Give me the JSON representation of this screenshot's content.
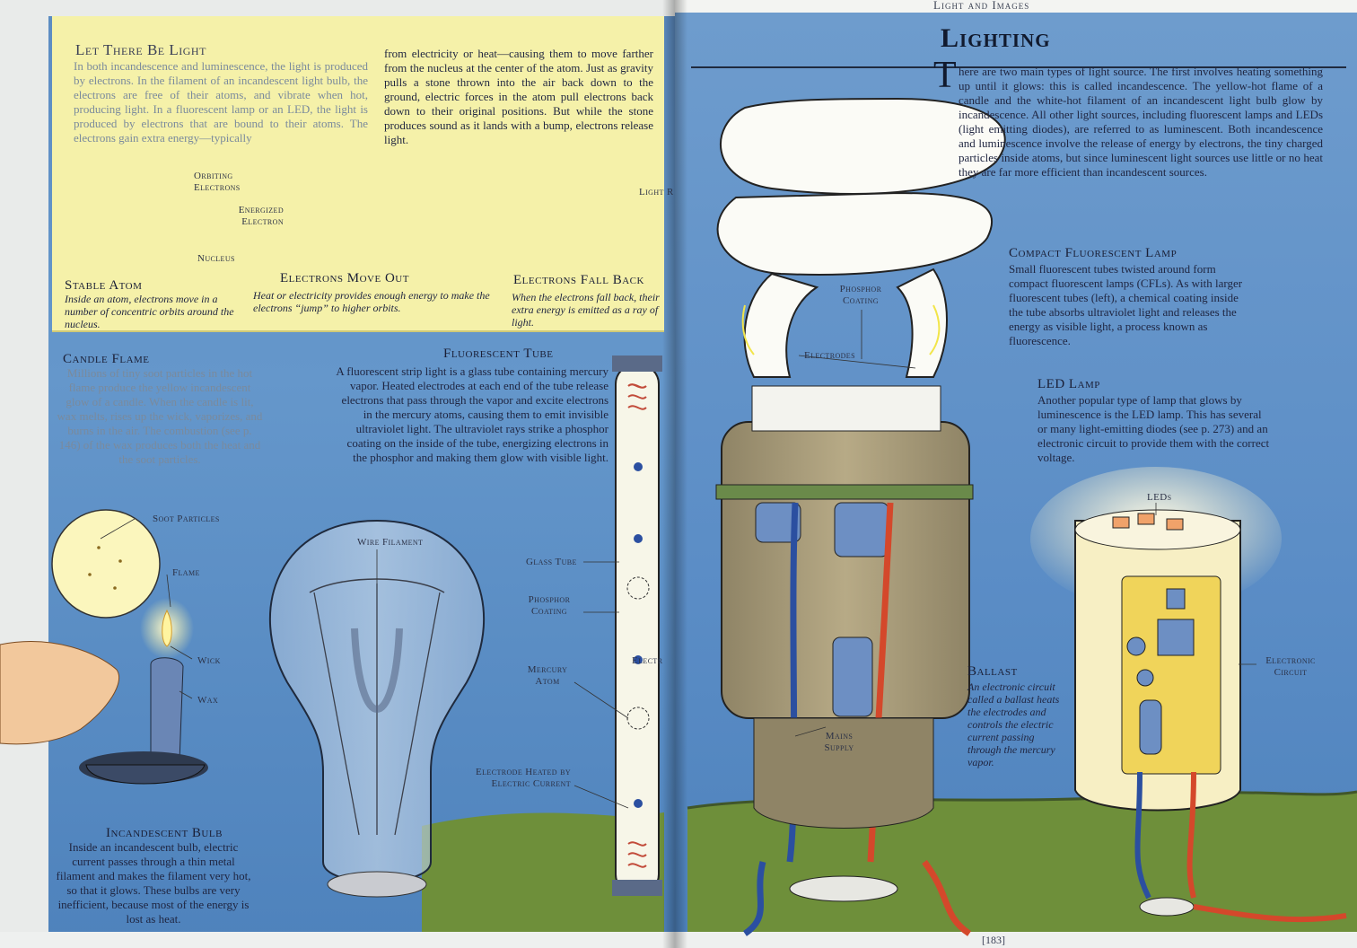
{
  "running_head": "Light and Images",
  "page_title": "Lighting",
  "page_number": "[183]",
  "atom_panel": {
    "title": "Let There Be Light",
    "col1": "In both incandescence and luminescence, the light is produced by electrons. In the filament of an incandescent light bulb, the electrons are free of their atoms, and vibrate when hot, producing light. In a fluorescent lamp or an LED, the light is produced by electrons that are bound to their atoms. The electrons gain extra energy—typically",
    "col2": "from electricity or heat—causing them to move farther from the nucleus at the center of the atom. Just as gravity pulls a stone thrown into the air back down to the ground, electric forces in the atom pull electrons back down to their original positions. But while the stone produces sound as it lands with a bump, electrons release light.",
    "labels": {
      "orbiting_electrons": "Orbiting Electrons",
      "nucleus": "Nucleus",
      "energized_electron": "Energized Electron",
      "light_ray": "Light Ray"
    },
    "stable": {
      "title": "Stable Atom",
      "text": "Inside an atom, electrons move in a number of concentric orbits around the nucleus."
    },
    "move_out": {
      "title": "Electrons Move Out",
      "text": "Heat or electricity provides enough energy to make the electrons “jump” to higher orbits."
    },
    "fall_back": {
      "title": "Electrons Fall Back",
      "text": "When the electrons fall back, their extra energy is emitted as a ray of light."
    }
  },
  "candle": {
    "title": "Candle Flame",
    "text": "Millions of tiny soot particles in the hot flame produce the yellow incandescent glow of a candle. When the candle is lit, wax melts, rises up the wick, vaporizes, and burns in the air. The combustion (see p. 146) of the wax produces both the heat and the soot particles.",
    "labels": {
      "soot": "Soot Particles",
      "flame": "Flame",
      "wick": "Wick",
      "wax": "Wax"
    }
  },
  "fluorescent_tube": {
    "title": "Fluorescent Tube",
    "text": "A fluorescent strip light is a glass tube containing mercury vapor. Heated electrodes at each end of the tube release electrons that pass through the vapor and excite electrons in the mercury atoms, causing them to emit invisible ultraviolet light. The ultraviolet rays strike a phosphor coating on the inside of the tube, energizing electrons in the phosphor and making them glow with visible light.",
    "labels": {
      "glass_tube": "Glass Tube",
      "phosphor_coating": "Phosphor Coating",
      "mercury_atom": "Mercury Atom",
      "electron": "Electron",
      "electrode": "Electrode Heated by Electric Current"
    }
  },
  "incandescent": {
    "title": "Incandescent Bulb",
    "text": "Inside an incandescent bulb, electric current passes through a thin metal filament and makes the filament very hot, so that it glows. These bulbs are very inefficient, because most of the energy is lost as heat.",
    "labels": {
      "wire_filament": "Wire Filament"
    }
  },
  "intro": {
    "dropcap": "T",
    "text": "here are two main types of light source. The first involves heating something up until it glows: this is called incandescence. The yellow-hot flame of a candle and the white-hot filament of an incandescent light bulb glow by incandescence. All other light sources, including fluorescent lamps and LEDs (light emitting diodes), are referred to as luminescent. Both incandescence and luminescence involve the release of energy by electrons, the tiny charged particles inside atoms, but since luminescent light sources use little or no heat they are far more efficient than incandescent sources."
  },
  "cfl": {
    "title": "Compact Fluorescent Lamp",
    "text": "Small fluorescent tubes twisted around form compact fluorescent lamps (CFLs). As with larger fluorescent tubes (left), a chemical coating inside the tube absorbs ultraviolet light and releases the energy as visible light, a process known as fluorescence.",
    "labels": {
      "phosphor_coating": "Phosphor Coating",
      "electrodes": "Electrodes",
      "mains_supply": "Mains Supply"
    }
  },
  "ballast": {
    "title": "Ballast",
    "text": "An electronic circuit called a ballast heats the electrodes and controls the electric current passing through the mercury vapor."
  },
  "led": {
    "title": "LED Lamp",
    "text": "Another popular type of lamp that glows by luminescence is the LED lamp. This has several or many light-emitting diodes (see p. 273) and an electronic circuit to provide them with the correct voltage.",
    "labels": {
      "leds": "LEDs",
      "electronic_circuit": "Electronic Circuit"
    }
  },
  "colors": {
    "panel_yellow": "#f5f1a9",
    "sky_blue": "#5b8dc6",
    "ground_green": "#6e8f3a",
    "wire_red": "#d4482b",
    "wire_blue": "#2b4fa0"
  }
}
